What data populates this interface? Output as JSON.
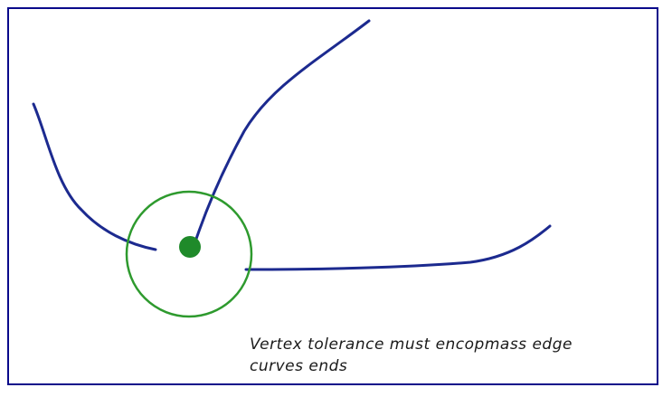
{
  "caption": {
    "line1": "Vertex tolerance must encopmass edge",
    "line2": "curves ends"
  },
  "colors": {
    "frame": "#0a0a8a",
    "curve": "#1c2a8f",
    "tolerance_circle": "#2e9a2e",
    "vertex": "#1f8a2a"
  },
  "elements": {
    "curves": [
      "edge-curve-left",
      "edge-curve-top",
      "edge-curve-right"
    ],
    "tolerance": "vertex-tolerance-circle",
    "vertex": "vertex-point"
  }
}
